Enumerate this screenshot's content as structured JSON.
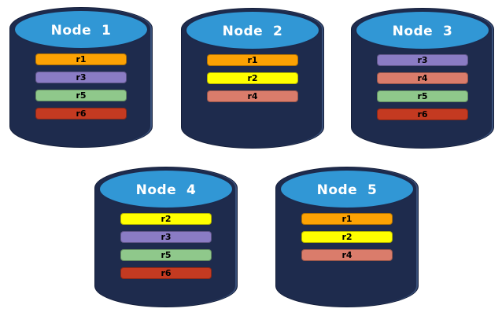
{
  "colors": {
    "background": "#ffffff",
    "cylinder_body": "#1e2b4d",
    "cylinder_outline": "#141e3a",
    "cap_fill": "#3197d5",
    "cap_outline": "#1d2a4c",
    "node_title_text": "#ffffff",
    "bar_text": "#000000"
  },
  "replica_colors": {
    "r1": "#fca204",
    "r2": "#ffff00",
    "r3": "#8a7cc4",
    "r4": "#da7c6b",
    "r5": "#8fc88b",
    "r6": "#c43a21"
  },
  "nodes": [
    {
      "label": "Node  1",
      "replicas": [
        "r1",
        "r3",
        "r5",
        "r6"
      ]
    },
    {
      "label": "Node  2",
      "replicas": [
        "r1",
        "r2",
        "r4"
      ]
    },
    {
      "label": "Node  3",
      "replicas": [
        "r3",
        "r4",
        "r5",
        "r6"
      ]
    },
    {
      "label": "Node  4",
      "replicas": [
        "r2",
        "r3",
        "r5",
        "r6"
      ]
    },
    {
      "label": "Node  5",
      "replicas": [
        "r1",
        "r2",
        "r4"
      ]
    }
  ]
}
